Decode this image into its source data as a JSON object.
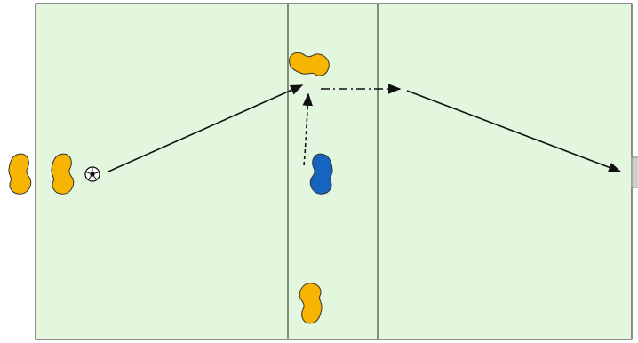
{
  "colors": {
    "field_fill": "#e2f7dd",
    "field_line": "#3c4a3c",
    "attacker": "#f7b400",
    "defender": "#1565c0",
    "player_outline": "#333333",
    "arrow": "#111111",
    "goal": "#dddddd"
  },
  "players": [
    {
      "id": "attacker-left-back",
      "team": "attacker",
      "facing": "right"
    },
    {
      "id": "attacker-with-ball",
      "team": "attacker",
      "facing": "right"
    },
    {
      "id": "attacker-top-channel",
      "team": "attacker",
      "facing": "down-right"
    },
    {
      "id": "attacker-bottom-channel",
      "team": "attacker",
      "facing": "up-left"
    },
    {
      "id": "defender-center",
      "team": "defender",
      "facing": "left"
    }
  ],
  "ball": {
    "icon": "soccer-ball-icon"
  },
  "arrows": [
    {
      "id": "pass-to-top",
      "style": "solid",
      "meaning": "pass"
    },
    {
      "id": "run-up",
      "style": "dashed",
      "meaning": "player run"
    },
    {
      "id": "dribble-right",
      "style": "dash-dot",
      "meaning": "dribble"
    },
    {
      "id": "shot-to-goal",
      "style": "solid",
      "meaning": "shot"
    }
  ],
  "goal": {
    "icon": "goal-icon",
    "side": "right"
  }
}
